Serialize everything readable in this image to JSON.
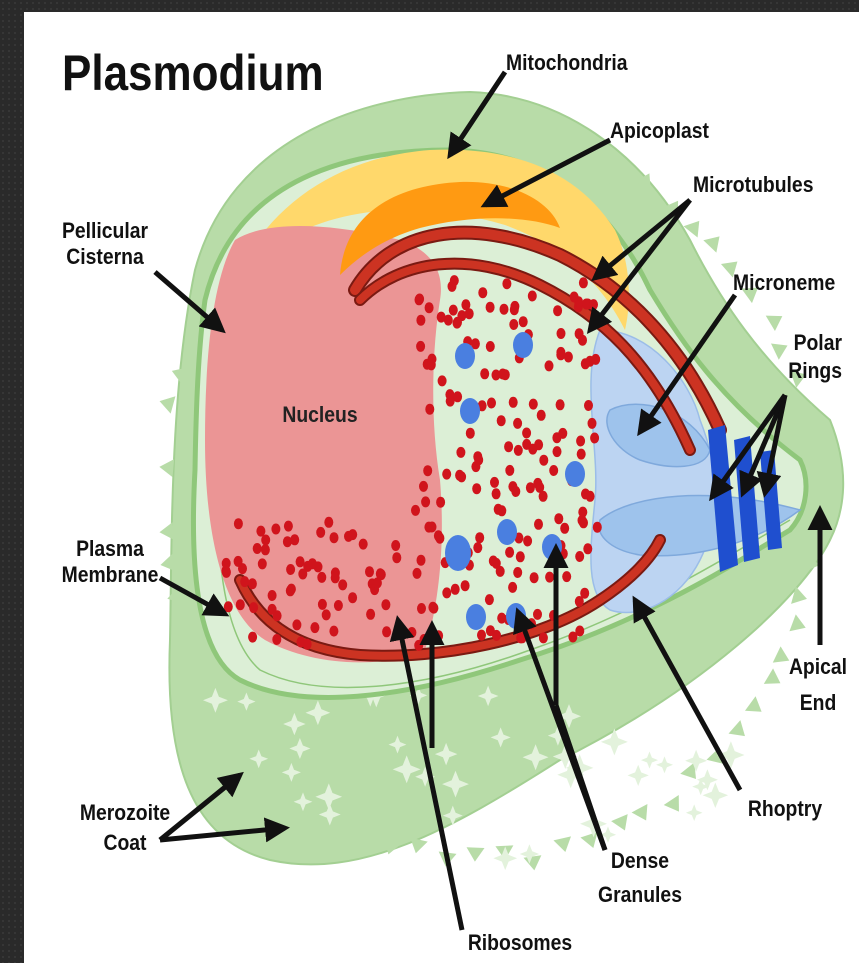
{
  "title": "Plasmodium",
  "labels": {
    "mitochondria": "Mitochondria",
    "apicoplast": "Apicoplast",
    "microtubules": "Microtubules",
    "pellicular_cisterna_1": "Pellicular",
    "pellicular_cisterna_2": "Cisterna",
    "microneme": "Microneme",
    "polar_rings_1": "Polar",
    "polar_rings_2": "Rings",
    "nucleus": "Nucleus",
    "plasma_membrane_1": "Plasma",
    "plasma_membrane_2": "Membrane",
    "apical_end_1": "Apical",
    "apical_end_2": "End",
    "rhoptry": "Rhoptry",
    "merozoite_coat_1": "Merozoite",
    "merozoite_coat_2": "Coat",
    "dense_granules_1": "Dense",
    "dense_granules_2": "Granules",
    "ribosomes": "Ribosomes"
  },
  "colors": {
    "coat": "#b8dca8",
    "coat_dark": "#9cc98b",
    "membrane": "#8fc77a",
    "cytoplasm": "#dcefd6",
    "mitochondria": "#ffd86b",
    "apicoplast": "#ff9a12",
    "nucleus": "#eb9595",
    "microtubule": "#cc3322",
    "ribosome": "#d0141c",
    "dense_granule": "#4a7fe0",
    "rhoptry": "#bcd4f2",
    "microneme": "#9ec3ec",
    "polar_rings": "#1f4fcf"
  }
}
